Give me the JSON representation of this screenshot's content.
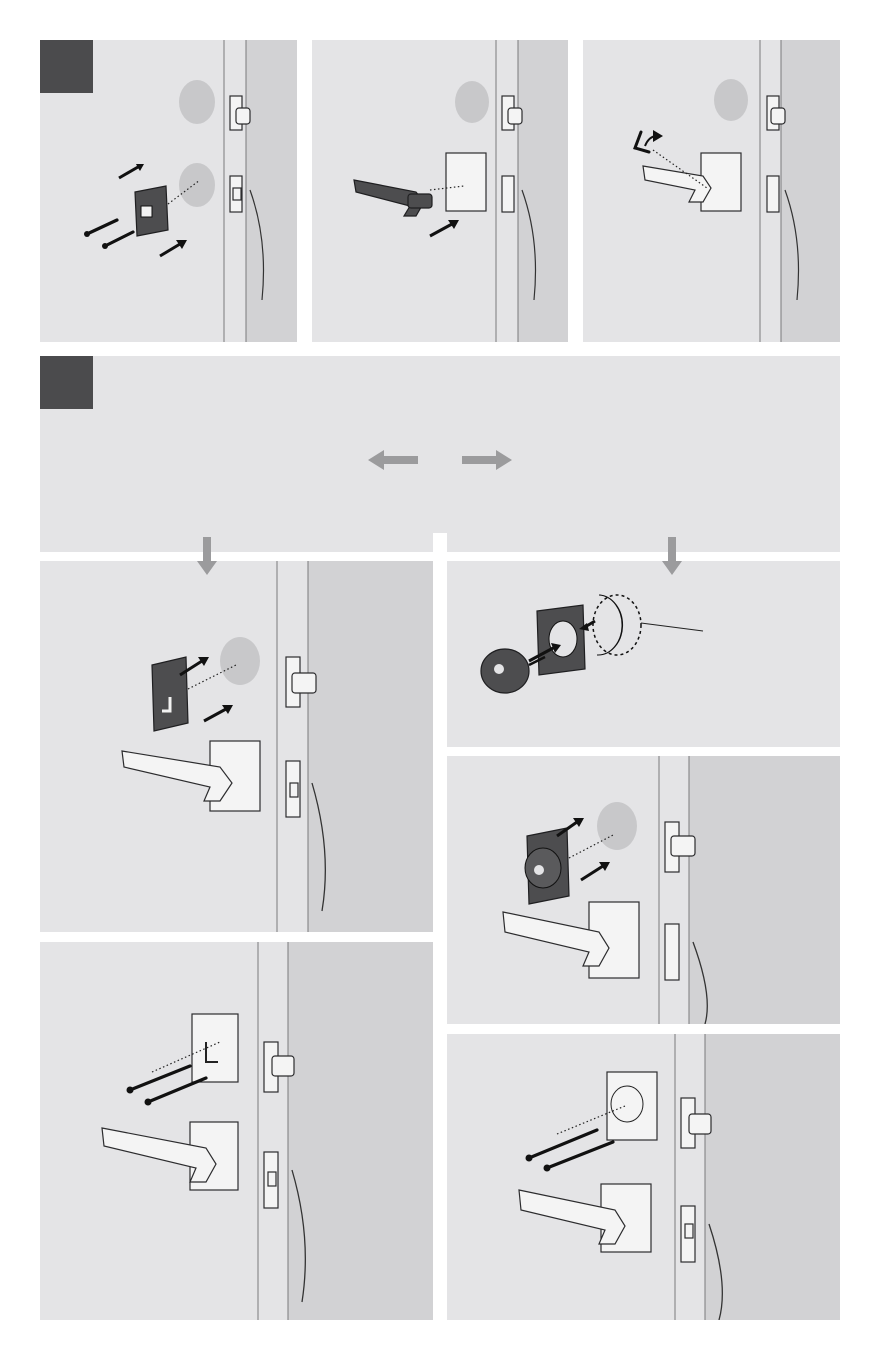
{
  "steps": [
    {
      "id": "step-a",
      "number": ""
    },
    {
      "id": "step-b",
      "number": ""
    }
  ],
  "choice_arrows": [
    "left",
    "right"
  ],
  "icons": [
    "door-edge",
    "deadbolt",
    "latch",
    "turn-piece",
    "lever",
    "hex-key",
    "screw",
    "cylinder",
    "clip-ring"
  ]
}
